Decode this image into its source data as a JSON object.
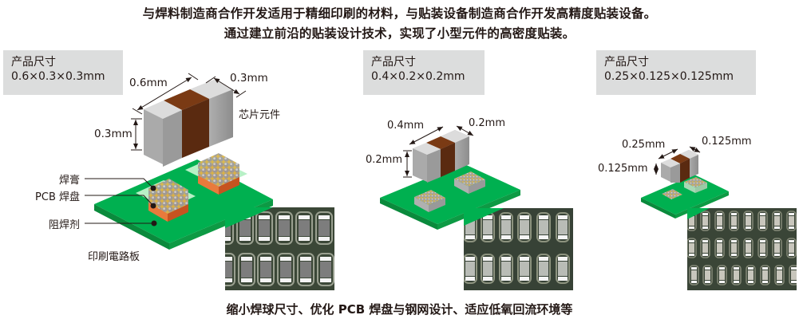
{
  "headline": {
    "line1": "与焊料制造商合作开发适用于精细印刷的材料，与贴装设备制造商合作开发高精度贴装设备。",
    "line2": "通过建立前沿的贴装设计技术，实现了小型元件的高密度贴装。"
  },
  "panels": [
    {
      "size_label": "产品尺寸",
      "size_value": "0.6×0.3×0.3mm",
      "dim_length": "0.6mm",
      "dim_width": "0.3mm",
      "dim_height": "0.3mm",
      "component_label": "芯片元件",
      "callouts": {
        "solder_paste": "焊膏",
        "pcb_pad": "PCB 焊盘",
        "solder_resist": "阻焊剂",
        "pcb": "印刷電路板"
      }
    },
    {
      "size_label": "产品尺寸",
      "size_value": "0.4×0.2×0.2mm",
      "dim_length": "0.4mm",
      "dim_width": "0.2mm",
      "dim_height": "0.2mm"
    },
    {
      "size_label": "产品尺寸",
      "size_value": "0.25×0.125×0.125mm",
      "dim_length": "0.25mm",
      "dim_width": "0.125mm",
      "dim_height": "0.125mm"
    }
  ],
  "footer": "缩小焊球尺寸、优化 PCB 焊盘与钢网设计、适应低氧回流环境等",
  "colors": {
    "pcb_green": "#00b050",
    "pcb_green_dark": "#0a8a3c",
    "pad_orange": "#e2692a",
    "chip_body": "#5a2a10",
    "electrode_grey": "#b7b7b7",
    "label_box": "#dcdddd",
    "photo_bg": "#3a4636"
  }
}
